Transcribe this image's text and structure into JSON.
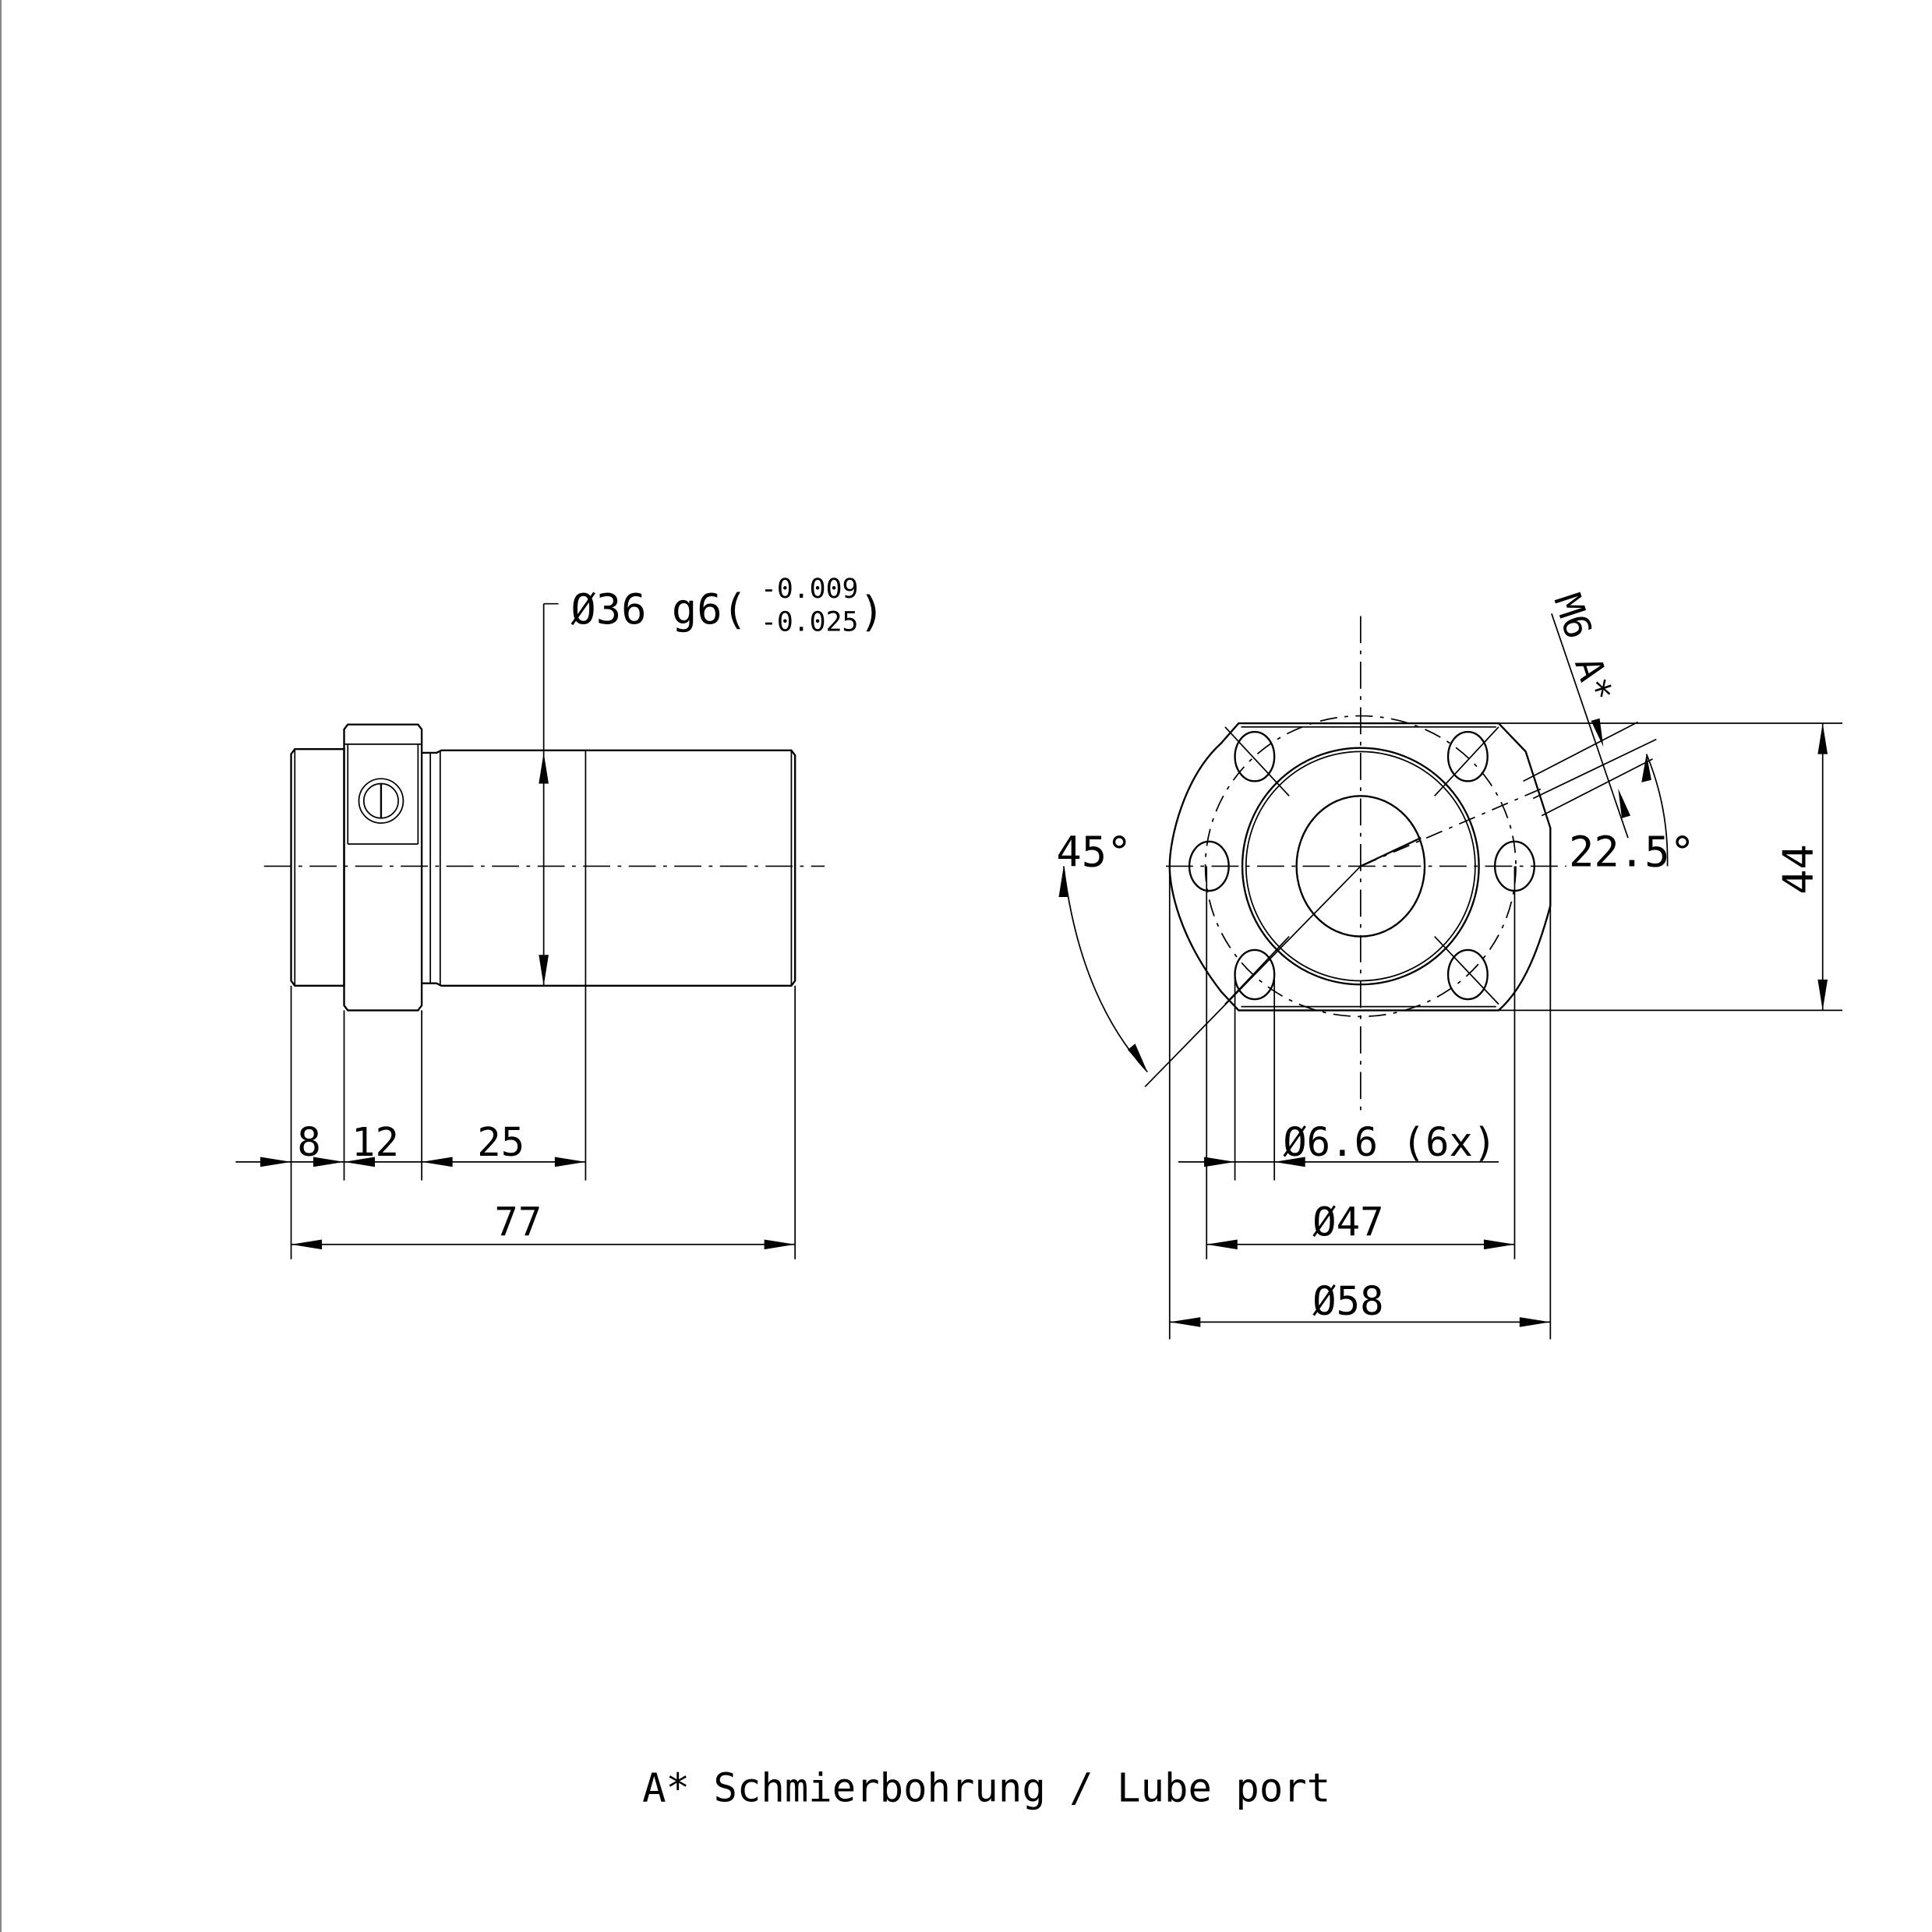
{
  "side_view": {
    "diameter_label": "Ø36 g6(",
    "tolerance_upper": "-0.009",
    "tolerance_lower": "-0.025",
    "tolerance_close": ")",
    "dim_8": "8",
    "dim_12": "12",
    "dim_25": "25",
    "dim_77": "77"
  },
  "front_view": {
    "thread_label": "M6 A*",
    "angle_45": "45°",
    "angle_22_5": "22.5°",
    "dim_44": "44",
    "hole_label": "Ø6.6 (6x)",
    "dim_47": "Ø47",
    "dim_58": "Ø58"
  },
  "footnote": "A* Schmierbohrung / Lube port"
}
